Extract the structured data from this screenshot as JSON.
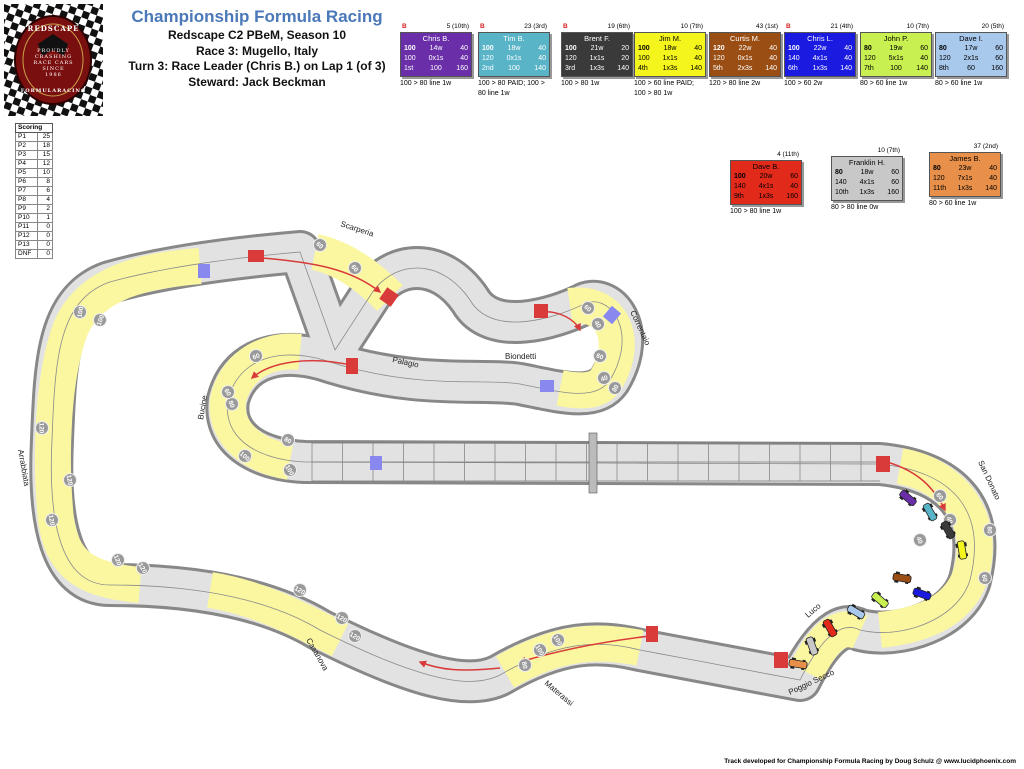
{
  "logo": {
    "line1": "REDSCAPE",
    "line2": "PROUDLY",
    "line3": "CRASHING",
    "line4": "RACE CARS",
    "line5": "SINCE",
    "line6": "1986",
    "line7": "FORMULARACING"
  },
  "header": {
    "title": "Championship Formula Racing",
    "line1": "Redscape C2 PBeM, Season 10",
    "line2": "Race 3: Mugello, Italy",
    "line3": "Turn 3: Race Leader (Chris B.) on Lap 1 (of 3)",
    "line4": "Steward: Jack Beckman"
  },
  "scoring": {
    "header": "Scoring",
    "rows": [
      {
        "pos": "P1",
        "pts": "25"
      },
      {
        "pos": "P2",
        "pts": "18"
      },
      {
        "pos": "P3",
        "pts": "15"
      },
      {
        "pos": "P4",
        "pts": "12"
      },
      {
        "pos": "P5",
        "pts": "10"
      },
      {
        "pos": "P6",
        "pts": "8"
      },
      {
        "pos": "P7",
        "pts": "6"
      },
      {
        "pos": "P8",
        "pts": "4"
      },
      {
        "pos": "P9",
        "pts": "2"
      },
      {
        "pos": "P10",
        "pts": "1"
      },
      {
        "pos": "P11",
        "pts": "0"
      },
      {
        "pos": "P12",
        "pts": "0"
      },
      {
        "pos": "P13",
        "pts": "0"
      },
      {
        "pos": "DNF",
        "pts": "0"
      }
    ]
  },
  "drivers": [
    {
      "name": "Chris B.",
      "points": "5 (10th)",
      "flag": "B",
      "color": "#6a2fa8",
      "text": "#ffffff",
      "rows": [
        [
          "100",
          "14w",
          "40"
        ],
        [
          "100",
          "0x1s",
          "40"
        ],
        [
          "1st",
          "100",
          "160"
        ]
      ],
      "note": "100 > 80 line 1w"
    },
    {
      "name": "Tim B.",
      "points": "23 (3rd)",
      "flag": "B",
      "color": "#5ab4c8",
      "text": "#ffffff",
      "rows": [
        [
          "100",
          "18w",
          "40"
        ],
        [
          "120",
          "0x1s",
          "40"
        ],
        [
          "2nd",
          "100",
          "140"
        ]
      ],
      "note": "100 > 80 PAID; 100 > 80 line 1w"
    },
    {
      "name": "Brent F.",
      "points": "19 (6th)",
      "flag": "B",
      "color": "#3a3a3a",
      "text": "#ffffff",
      "rows": [
        [
          "100",
          "21w",
          "20"
        ],
        [
          "120",
          "1x1s",
          "20"
        ],
        [
          "3rd",
          "1x3s",
          "140"
        ]
      ],
      "note": "100 > 80 1w"
    },
    {
      "name": "Jim M.",
      "points": "10 (7th)",
      "flag": "",
      "color": "#f5f51e",
      "text": "#000000",
      "rows": [
        [
          "100",
          "18w",
          "40"
        ],
        [
          "100",
          "1x1s",
          "40"
        ],
        [
          "4th",
          "1x3s",
          "140"
        ]
      ],
      "note": "100 > 60 line PAID; 100 > 80 1w"
    },
    {
      "name": "Curtis M.",
      "points": "43 (1st)",
      "flag": "",
      "color": "#9a4e14",
      "text": "#ffffff",
      "rows": [
        [
          "120",
          "22w",
          "40"
        ],
        [
          "120",
          "0x1s",
          "40"
        ],
        [
          "5th",
          "2x3s",
          "140"
        ]
      ],
      "note": "120 > 80 line 2w"
    },
    {
      "name": "Chris L.",
      "points": "21 (4th)",
      "flag": "B",
      "color": "#1a1ae0",
      "text": "#ffffff",
      "rows": [
        [
          "100",
          "22w",
          "40"
        ],
        [
          "140",
          "4x1s",
          "40"
        ],
        [
          "6th",
          "1x3s",
          "140"
        ]
      ],
      "note": "100 > 60 2w"
    },
    {
      "name": "John P.",
      "points": "10 (7th)",
      "flag": "",
      "color": "#c8f050",
      "text": "#000000",
      "rows": [
        [
          "80",
          "19w",
          "60"
        ],
        [
          "120",
          "5x1s",
          "40"
        ],
        [
          "7th",
          "100",
          "140"
        ]
      ],
      "note": "80 > 60 line 1w"
    },
    {
      "name": "Dave I.",
      "points": "20 (5th)",
      "flag": "",
      "color": "#a8c8ec",
      "text": "#000000",
      "rows": [
        [
          "80",
          "17w",
          "60"
        ],
        [
          "120",
          "2x1s",
          "60"
        ],
        [
          "8th",
          "60",
          "160"
        ]
      ],
      "note": "80 > 60 line 1w"
    },
    {
      "name": "Dave B.",
      "points": "4 (11th)",
      "flag": "",
      "color": "#e22a1a",
      "text": "#000000",
      "rows": [
        [
          "100",
          "20w",
          "60"
        ],
        [
          "140",
          "4x1s",
          "40"
        ],
        [
          "9th",
          "1x3s",
          "160"
        ]
      ],
      "note": "100 > 80 line 1w"
    },
    {
      "name": "Franklin H.",
      "points": "10 (7th)",
      "flag": "",
      "color": "#c8c8c8",
      "text": "#000000",
      "rows": [
        [
          "80",
          "18w",
          "60"
        ],
        [
          "140",
          "4x1s",
          "60"
        ],
        [
          "10th",
          "1x3s",
          "160"
        ]
      ],
      "note": "80 > 80 line 0w"
    },
    {
      "name": "James B.",
      "points": "37 (2nd)",
      "flag": "",
      "color": "#e8904a",
      "text": "#000000",
      "rows": [
        [
          "80",
          "23w",
          "40"
        ],
        [
          "120",
          "7x1s",
          "40"
        ],
        [
          "11th",
          "1x3s",
          "140"
        ]
      ],
      "note": "80 > 60 line 1w"
    }
  ],
  "corners": {
    "scarperia": "Scarperia",
    "correntaio": "Correntaio",
    "palagio": "Palagio",
    "biondetti": "Biondetti",
    "bucine": "Bucine",
    "arrabbiata": "Arrabbiata",
    "san_donato": "San Donato",
    "luco": "Luco",
    "poggio_secco": "Poggio Secco",
    "materassi": "Materassi",
    "casanova": "Casanova"
  },
  "speed_marks": {
    "s40": "40",
    "s60": "60",
    "s80": "80",
    "s100": "100",
    "s120": "120"
  },
  "colors": {
    "track": "#d8d8d8",
    "corner_zone": "#fbf7a0",
    "curb": "#777777",
    "arrow": "#d93a3a"
  },
  "footer": "Track developed for Championship Formula Racing by Doug Schulz @ www.lucidphoenix.com"
}
